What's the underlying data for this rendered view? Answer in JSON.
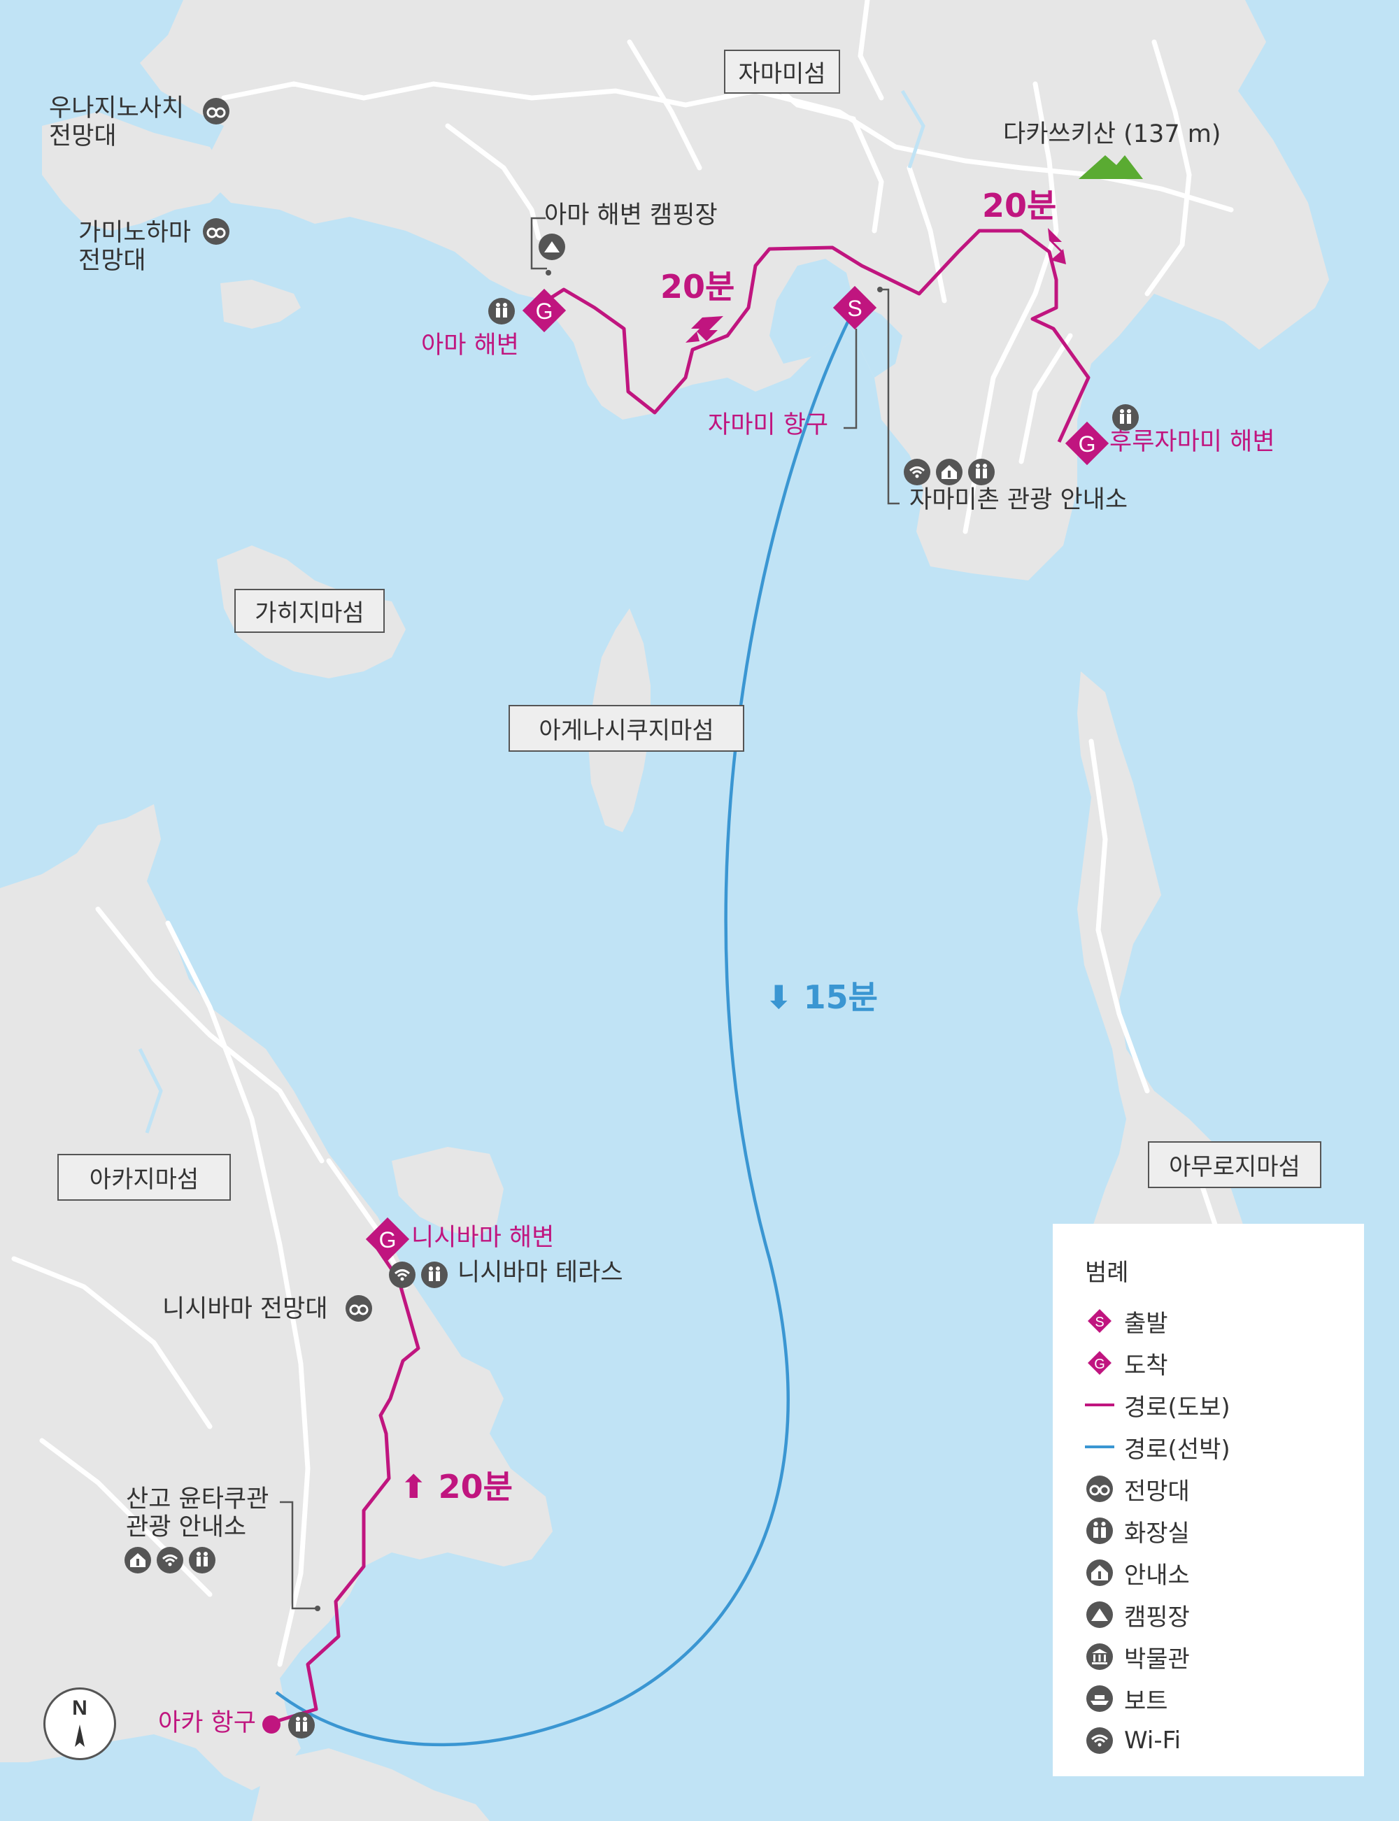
{
  "islands": {
    "zamami": "자마미섬",
    "gahi": "가히지마섬",
    "agenashiku": "아게나시쿠지마섬",
    "aka": "아카지마섬",
    "amuro": "아무로지마섬"
  },
  "places": {
    "unajinosachi": "우나지노사치\n전망대",
    "kaminohama": "가미노하마\n전망대",
    "ama_camping": "아마 해변 캠핑장",
    "ama_beach": "아마 해변",
    "zamami_port": "자마미 항구",
    "zamami_info": "자마미촌 관광 안내소",
    "takatsuki": "다카쓰키산 (137 m)",
    "furuzamami": "후루자마미 해변",
    "nishibama_beach": "니시바마 해변",
    "nishibama_terrace": "니시바마 테라스",
    "nishibama_view": "니시바마 전망대",
    "sango_info": "산고 윤타쿠관\n관광 안내소",
    "aka_port": "아카 항구"
  },
  "times": {
    "walk_ama": "20분",
    "walk_furuzamami": "20분",
    "boat": "15분",
    "walk_aka": "20분"
  },
  "markers": {
    "start": "S",
    "goal": "G",
    "north": "N"
  },
  "legend": {
    "title": "범례",
    "items": [
      {
        "label": "출발",
        "icon": "start-marker"
      },
      {
        "label": "도착",
        "icon": "goal-marker"
      },
      {
        "label": "경로(도보)",
        "icon": "walk-route-line"
      },
      {
        "label": "경로(선박)",
        "icon": "boat-route-line"
      },
      {
        "label": "전망대",
        "icon": "binoculars-icon"
      },
      {
        "label": "화장실",
        "icon": "toilet-icon"
      },
      {
        "label": "안내소",
        "icon": "info-icon"
      },
      {
        "label": "캠핑장",
        "icon": "tent-icon"
      },
      {
        "label": "박물관",
        "icon": "museum-icon"
      },
      {
        "label": "보트",
        "icon": "boat-icon"
      },
      {
        "label": "Wi-Fi",
        "icon": "wifi-icon"
      }
    ]
  },
  "colors": {
    "sea": "#c0e3f5",
    "land": "#e6e6e6",
    "road": "#ffffff",
    "walk_route": "#c0157f",
    "boat_route": "#3a96d2",
    "mountain": "#5aab32",
    "icon": "#555555"
  }
}
